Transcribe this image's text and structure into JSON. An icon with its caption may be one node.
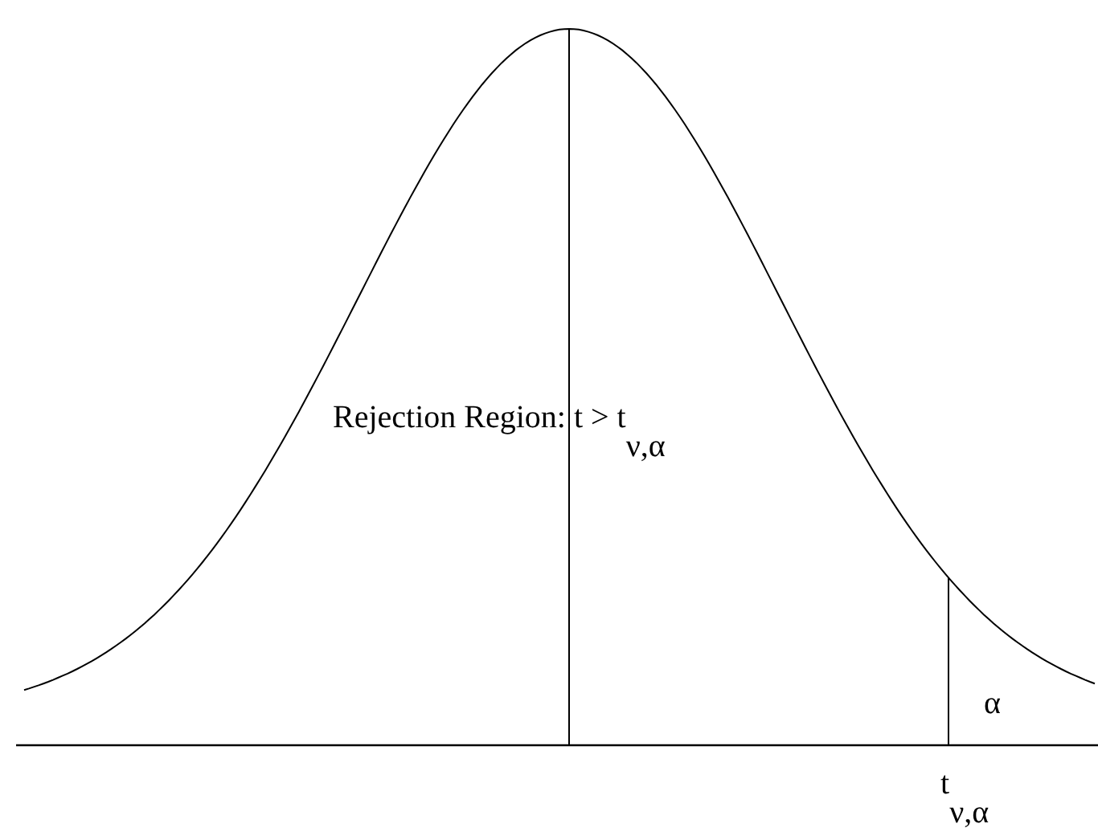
{
  "diagram": {
    "labels": [
      "Rejection Region: t > t$_{ν,α}$",
      "α",
      "t$_{ν,α}$"
    ]
  }
}
